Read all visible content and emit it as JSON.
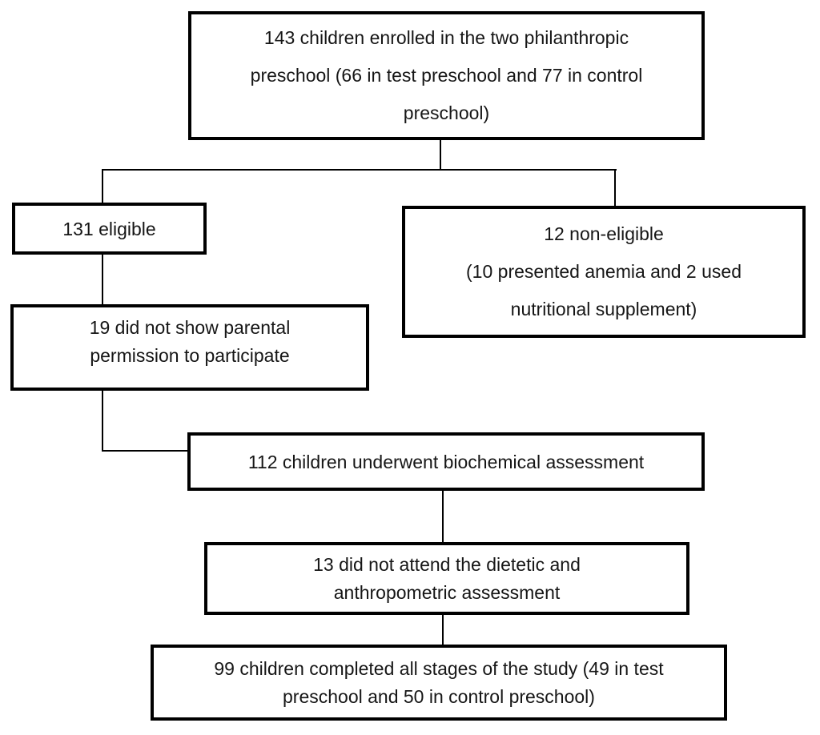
{
  "diagram": {
    "type": "study-flow-chart",
    "colors": {
      "border": "#000000",
      "background": "#ffffff",
      "text": "#161616"
    },
    "boxes": {
      "enrolled": {
        "lines": [
          "143 children enrolled in the two philanthropic",
          "preschool (66 in test preschool and 77 in control",
          "preschool)"
        ]
      },
      "eligible": {
        "lines": [
          "131 eligible"
        ]
      },
      "non_eligible": {
        "lines": [
          "12 non-eligible",
          "(10 presented anemia and 2 used",
          "nutritional supplement)"
        ]
      },
      "no_permission": {
        "lines": [
          "19 did not show parental",
          "permission to participate"
        ]
      },
      "biochemical": {
        "lines": [
          "112 children underwent biochemical assessment"
        ]
      },
      "missed_dietetic": {
        "lines": [
          "13 did not attend the dietetic and",
          "anthropometric assessment"
        ]
      },
      "completed": {
        "lines": [
          "99 children completed all stages of the study (49 in test",
          "preschool and 50 in control preschool)"
        ]
      }
    }
  }
}
